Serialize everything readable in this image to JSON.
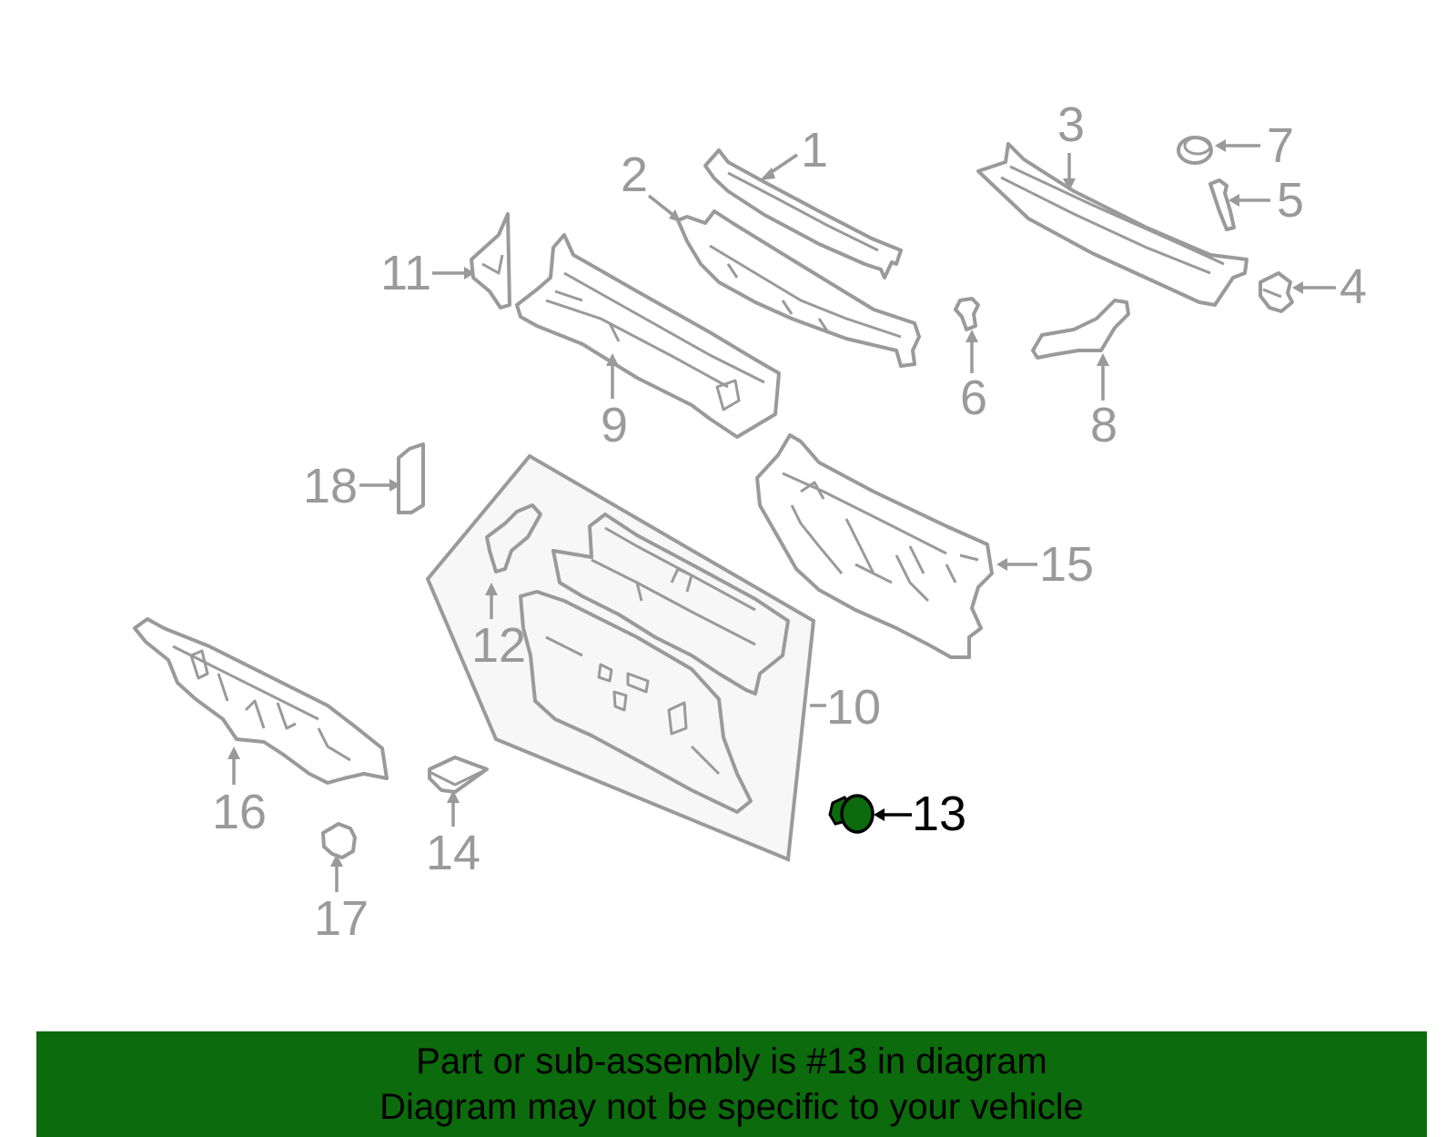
{
  "diagram": {
    "highlight_color": "#0c6b0c",
    "outline_color": "#9a9a9a",
    "highlighted_part": "13",
    "callouts": [
      "1",
      "2",
      "3",
      "4",
      "5",
      "6",
      "7",
      "8",
      "9",
      "10",
      "11",
      "12",
      "13",
      "14",
      "15",
      "16",
      "17",
      "18"
    ]
  },
  "banner": {
    "background": "#0c6b0c",
    "line1": "Part or sub-assembly is #13 in diagram",
    "line2": "Diagram may not be specific to your vehicle"
  }
}
